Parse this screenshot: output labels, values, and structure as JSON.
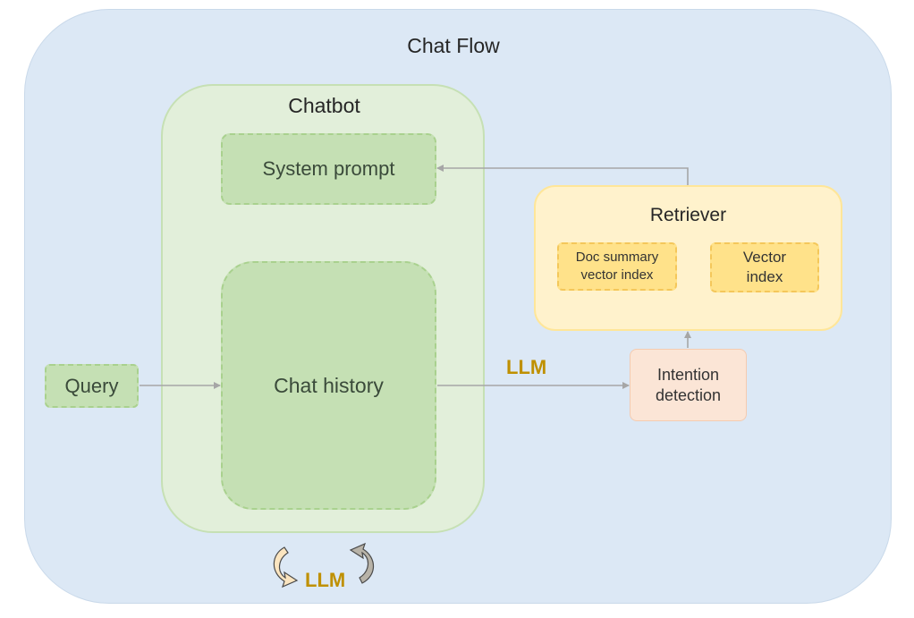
{
  "diagram": {
    "outer_title": "Chat Flow",
    "chatbot_title": "Chatbot",
    "system_prompt": "System prompt",
    "chat_history": "Chat history",
    "query": "Query",
    "retriever_title": "Retriever",
    "doc_summary_index_line1": "Doc summary",
    "doc_summary_index_line2": "vector index",
    "vector_index_line1": "Vector",
    "vector_index_line2": "index",
    "intention_line1": "Intention",
    "intention_line2": "detection",
    "llm_label_edge": "LLM",
    "llm_label_loop": "LLM"
  },
  "colors": {
    "outer_fill": "#dce8f5",
    "chatbot_fill": "#e2efda",
    "green_box": "#c5e0b4",
    "retriever_fill": "#fff2cc",
    "index_fill": "#ffe28a",
    "intention_fill": "#fbe5d6",
    "llm_text": "#bf9000",
    "arrow": "#a6a6a6"
  }
}
